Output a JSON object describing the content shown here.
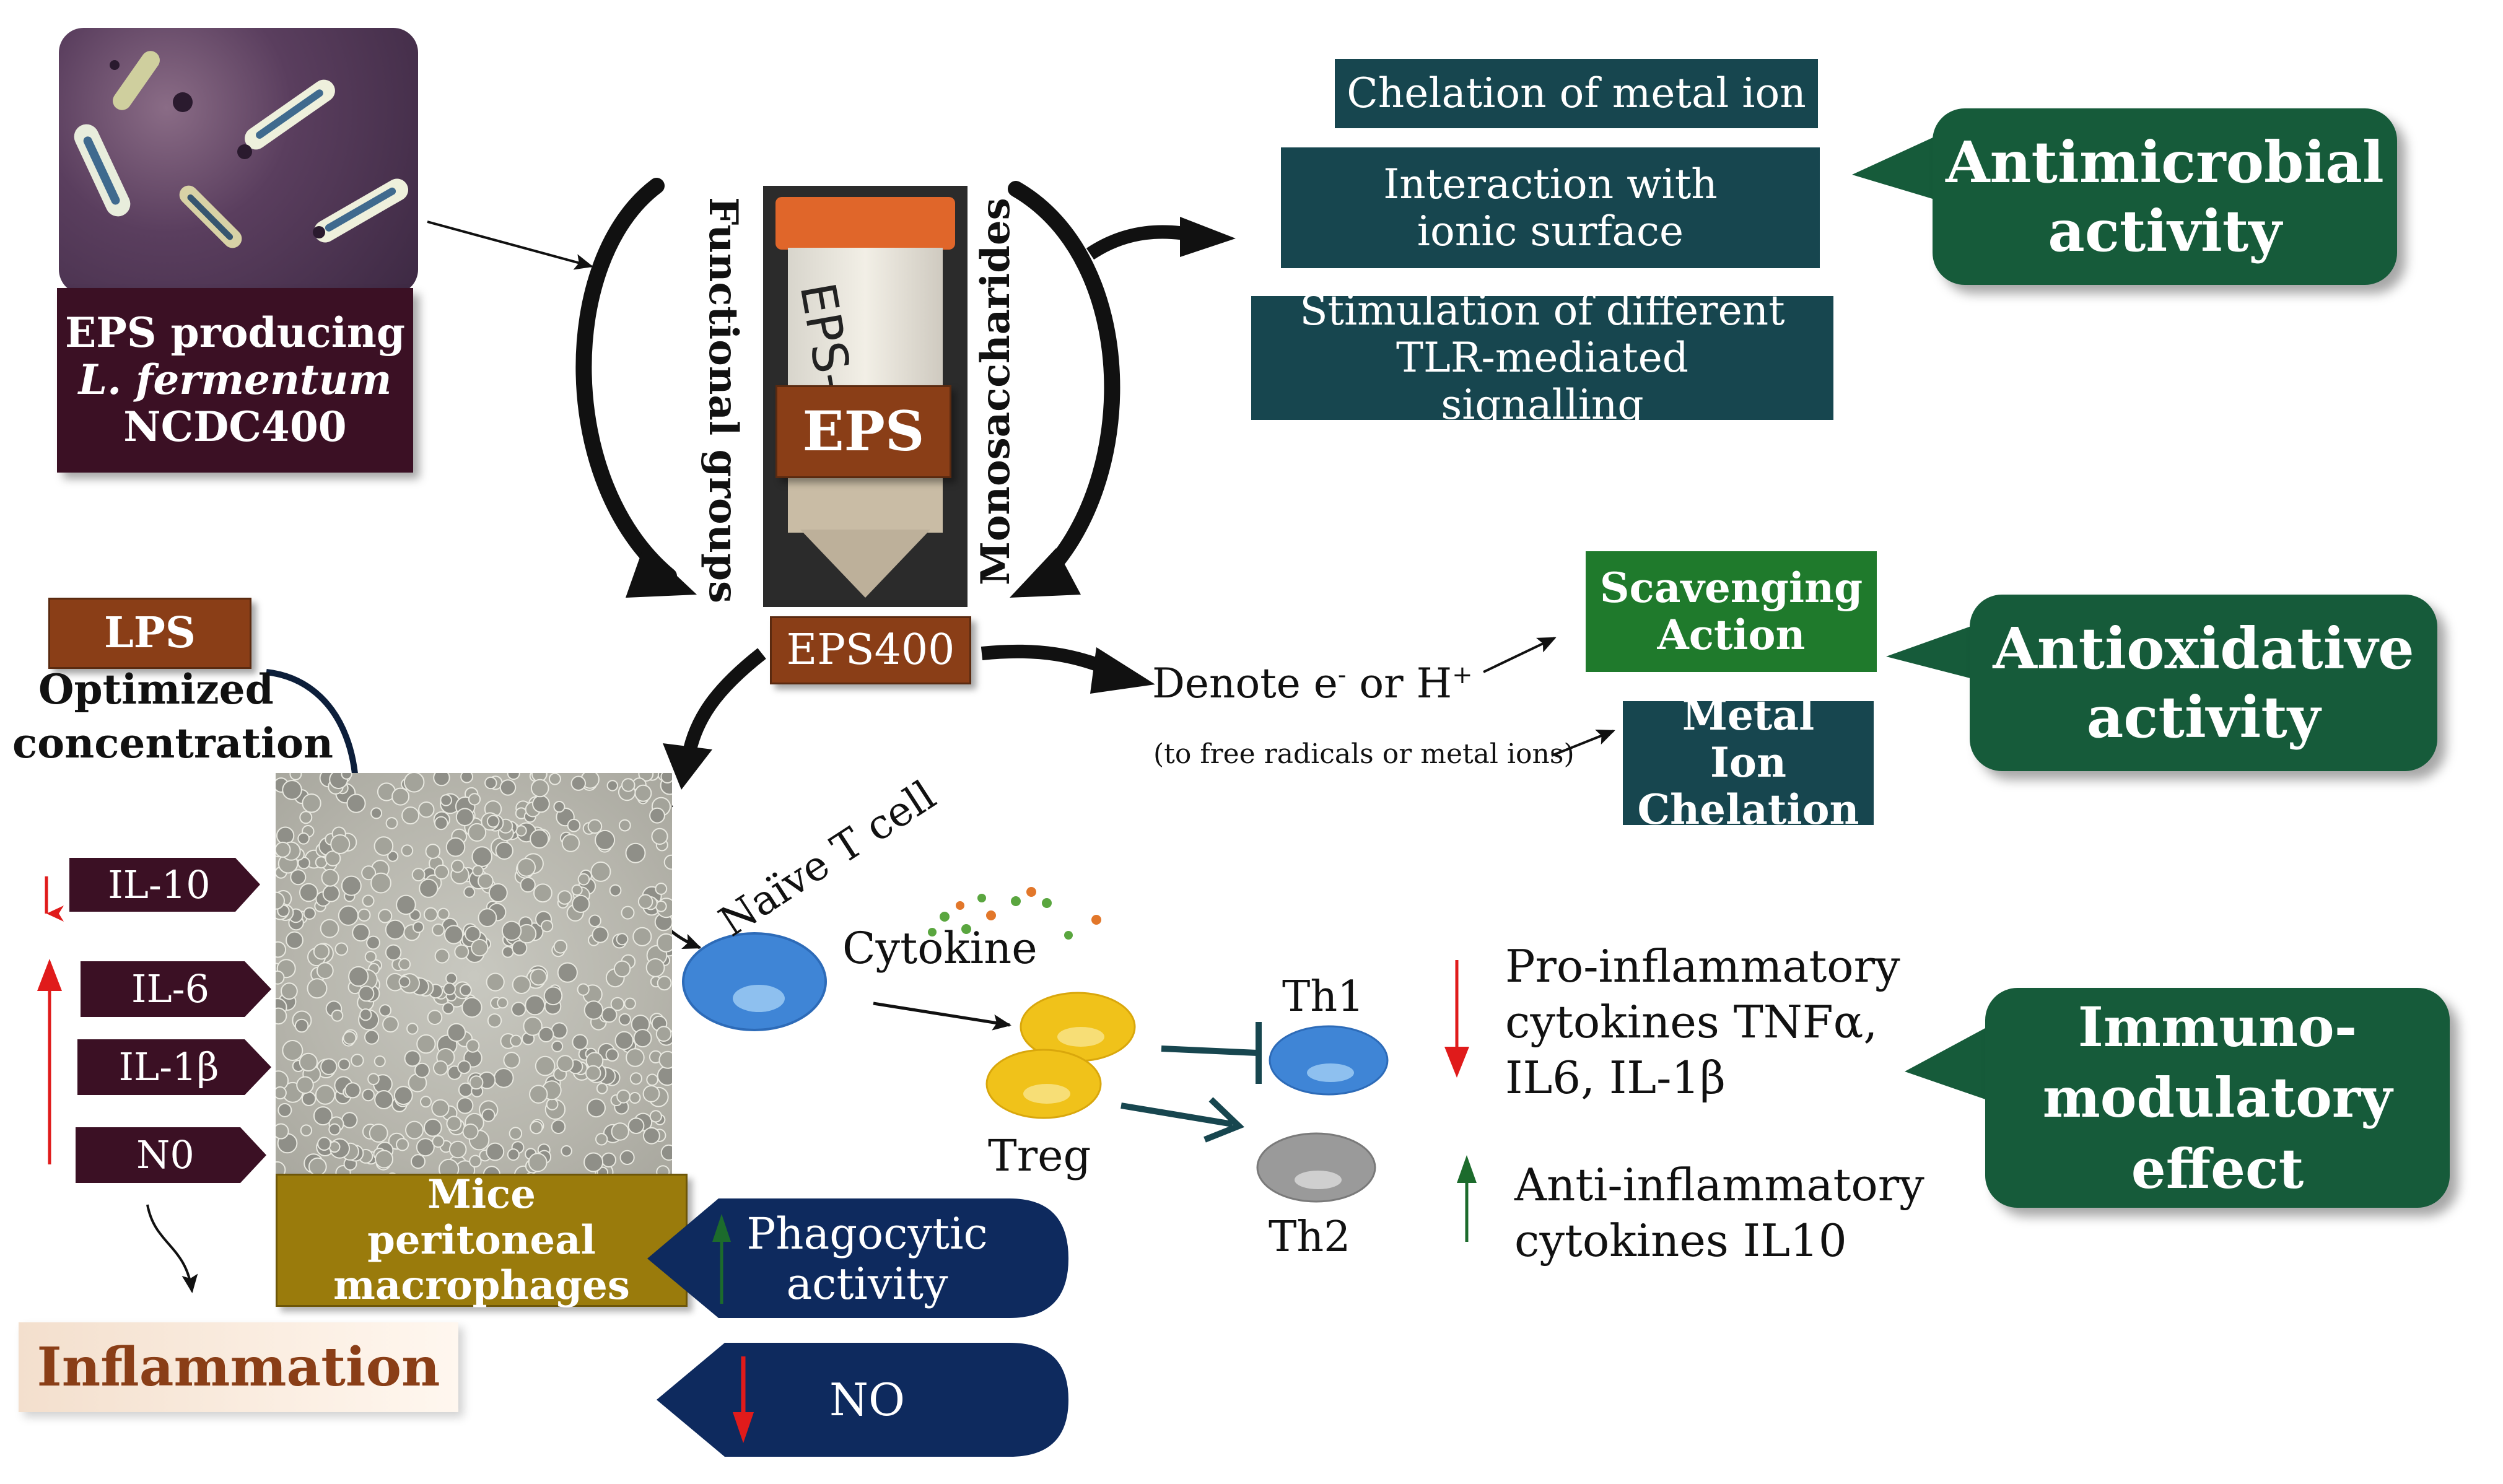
{
  "bacteria": {
    "line1": "EPS producing",
    "line2": "L. fermentum",
    "line3": "NCDC400"
  },
  "eps_label": "EPS",
  "tube_text": "EPS-",
  "functional_groups": "Functional groups",
  "monosaccharides": "Monosaccharides",
  "eps400": "EPS400",
  "antimicrobial": {
    "items": [
      "Chelation of metal ion",
      "Interaction with ionic surface",
      "Stimulation of different TLR-mediated signalling"
    ],
    "title": "Antimicrobial activity"
  },
  "antioxidative": {
    "denote_main": "Denote e",
    "denote_sup1": "-",
    "denote_or": " or H",
    "denote_sup2": "+",
    "denote_sub": "(to free radicals or metal ions)",
    "scavenging": "Scavenging Action",
    "chelation": "Metal Ion Chelation",
    "title": "Antioxidative activity"
  },
  "lps": {
    "label": "LPS",
    "line1": "Optimized",
    "line2": "concentration"
  },
  "cytokines_left": [
    "IL-10",
    "IL-6",
    "IL-1β",
    "N0"
  ],
  "macrophages": "Mice peritoneal macrophages",
  "inflammation": "Inflammation",
  "phagocytic": "Phagocytic activity",
  "no_label": "NO",
  "naive": "Naïve T cell",
  "cytokine": "Cytokine",
  "treg": "Treg",
  "th1": "Th1",
  "th2": "Th2",
  "pro_inflammatory": {
    "line1": "Pro-inflammatory",
    "line2": "cytokines TNFα,",
    "line3": "IL6, IL-1β"
  },
  "anti_inflammatory": {
    "line1": "Anti-inflammatory",
    "line2": "cytokines IL10"
  },
  "immuno": {
    "line1": "Immuno-",
    "line2": "modulatory",
    "line3": "effect"
  },
  "colors": {
    "teal": "#17464f",
    "green": "#1f7a2c",
    "dark_green": "#165b3a",
    "brown": "#8a3e17",
    "maroon": "#3b1024",
    "navy": "#0e2a5e",
    "gold": "#9a7b0c",
    "red": "#e01b1b",
    "arrow_green": "#1c6b2c"
  }
}
